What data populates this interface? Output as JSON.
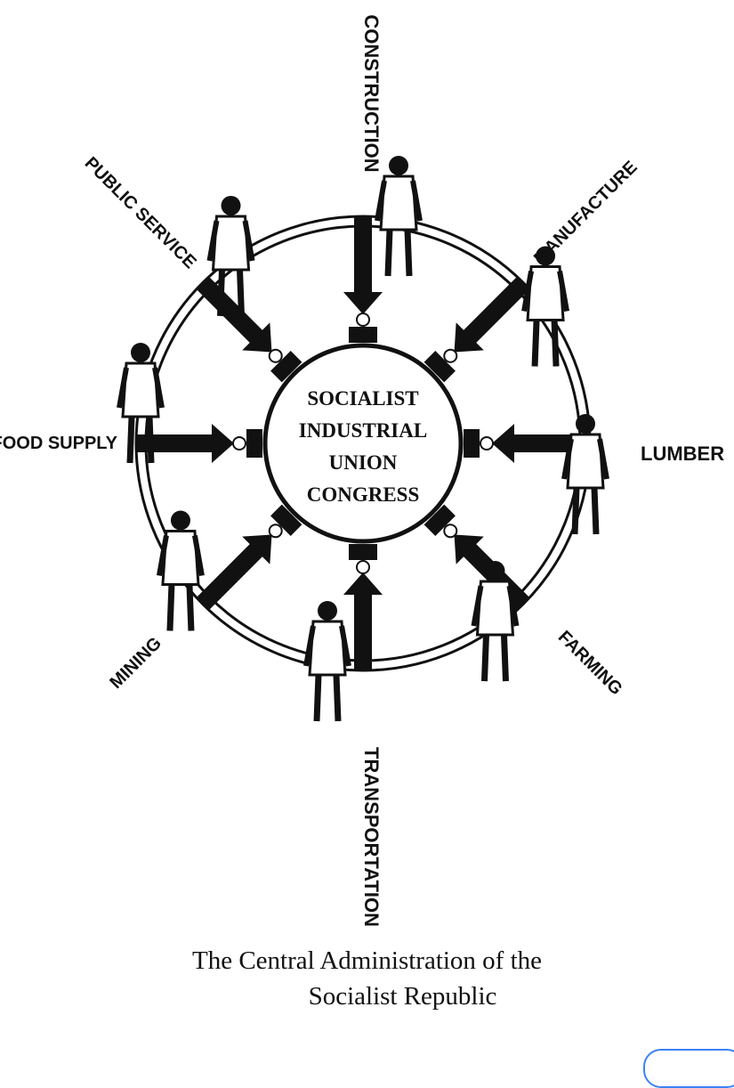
{
  "center": {
    "lines": [
      "SOCIALIST",
      "INDUSTRIAL",
      "UNION",
      "CONGRESS"
    ]
  },
  "sectors": [
    {
      "label": "CONSTRUCTION",
      "icon": "worker-figure-icon"
    },
    {
      "label": "MANUFACTURE",
      "icon": "worker-figure-icon"
    },
    {
      "label": "LUMBER",
      "icon": "worker-figure-icon"
    },
    {
      "label": "FARMING",
      "icon": "worker-figure-icon"
    },
    {
      "label": "TRANSPORTATION",
      "icon": "worker-figure-icon"
    },
    {
      "label": "MINING",
      "icon": "worker-figure-icon"
    },
    {
      "label": "FOOD SUPPLY",
      "icon": "worker-figure-icon"
    },
    {
      "label": "PUBLIC SERVICE",
      "icon": "worker-figure-icon"
    }
  ],
  "caption": {
    "line1": "The Central Administration of the",
    "line2": "Socialist Republic"
  },
  "colors": {
    "ink": "#111111",
    "paper": "#ffffff",
    "accent": "#3b82f6"
  }
}
